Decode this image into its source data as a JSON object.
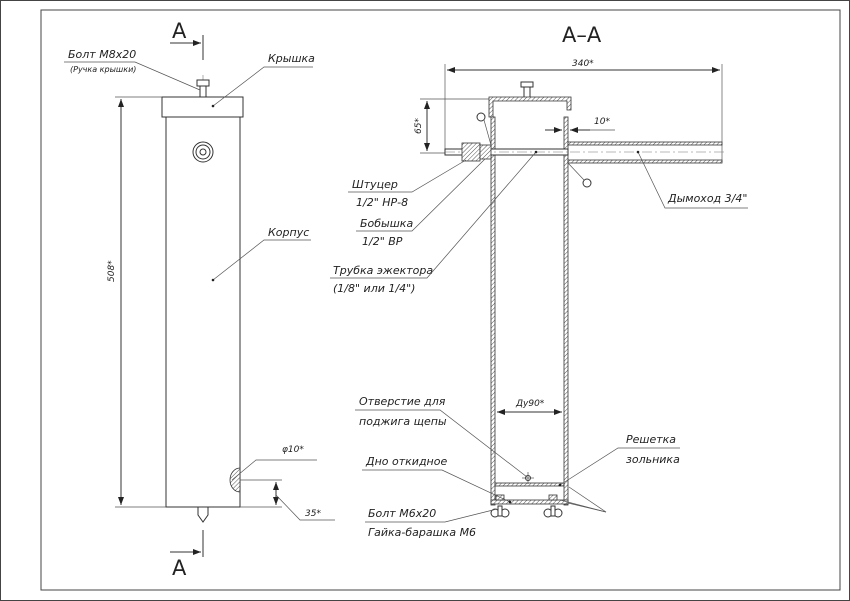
{
  "section_marks": {
    "top": "A",
    "bottom": "A"
  },
  "section_title": "А–А",
  "front_view": {
    "bolt_label": "Болт М8х20",
    "bolt_note": "(Ручка крышки)",
    "lid_label": "Крышка",
    "body_label": "Корпус",
    "height_dim": "508*",
    "hole_dim": "φ10*",
    "hole_height_dim": "35*"
  },
  "section_view": {
    "width_dim": "340*",
    "lid_height_dim": "65*",
    "gap_dim": "10*",
    "fitting_label": "Штуцер",
    "fitting_spec": "1/2\" НР-8",
    "boss_label": "Бобышка",
    "boss_spec": "1/2\" ВР",
    "tube_label": "Трубка эжектора",
    "tube_spec": "(1/8\" или 1/4\")",
    "flue_label": "Дымоход 3/4\"",
    "diameter_dim": "Ду90*",
    "ignition_hole_label_1": "Отверстие для",
    "ignition_hole_label_2": "поджига щепы",
    "grate_label_1": "Решетка",
    "grate_label_2": "зольника",
    "bottom_label": "Дно откидное",
    "bolt_label": "Болт М6х20",
    "nut_label": "Гайка-барашка М6"
  }
}
